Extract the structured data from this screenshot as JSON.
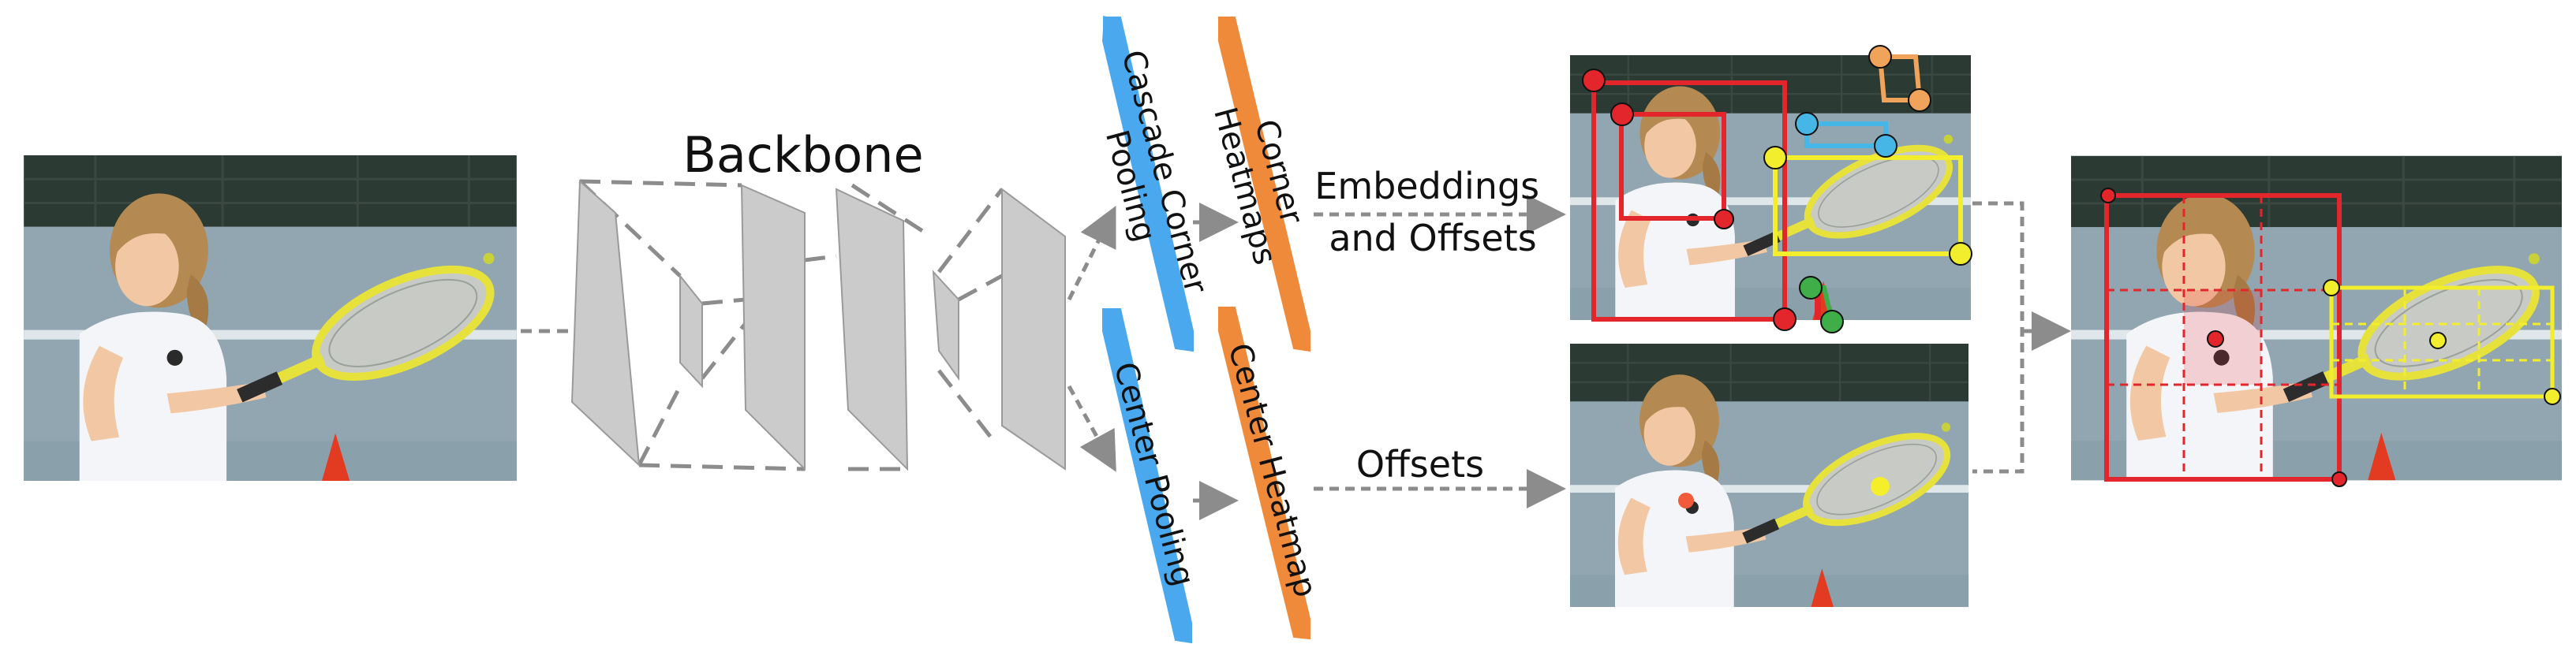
{
  "backbone": {
    "label": "Backbone"
  },
  "branches": {
    "corner": {
      "pooling_label_line1": "Cascade Corner",
      "pooling_label_line2": "Pooling",
      "heatmap_label_line1": "Corner",
      "heatmap_label_line2": "Heatmaps",
      "output_label_line1": "Embeddings",
      "output_label_line2": "and Offsets"
    },
    "center": {
      "pooling_label": "Center Pooling",
      "heatmap_label": "Center Heatmap",
      "output_label": "Offsets"
    }
  },
  "colors": {
    "pooling_blue": "#4aa8ee",
    "heatmap_orange": "#ef8a3a",
    "backbone_gray": "#cbcbcb",
    "arrow_gray": "#8c8c8c",
    "box_red": "#e3262b",
    "box_yellow": "#f2ee2e",
    "pair_orange": "#f0a35a",
    "pair_blue": "#45b6e6",
    "pair_green": "#3fae49"
  }
}
